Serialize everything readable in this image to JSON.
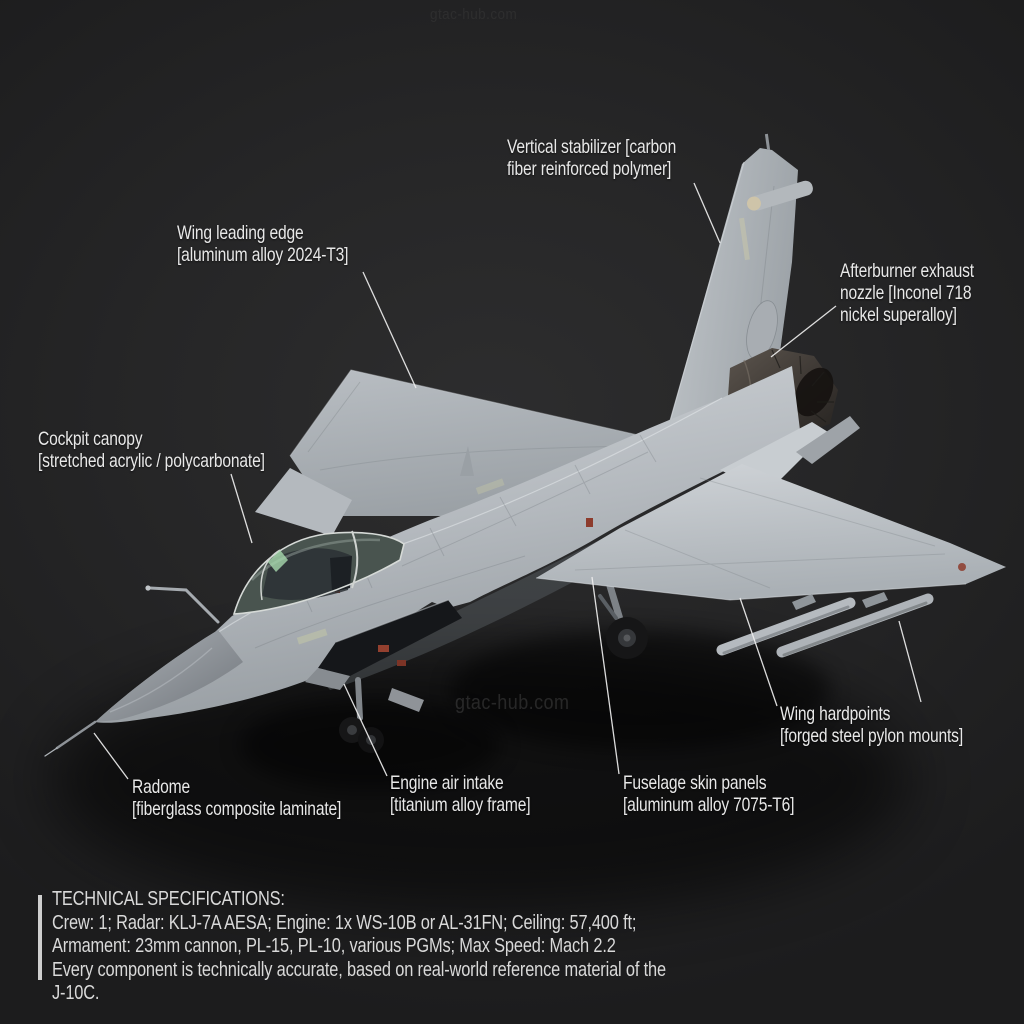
{
  "watermarks": {
    "top": "gtac-hub.com",
    "center": "gtac-hub.com"
  },
  "callouts": {
    "vertical_stabilizer": {
      "text": "Vertical stabilizer [carbon\nfiber reinforced polymer]"
    },
    "wing_leading_edge": {
      "text": "Wing leading edge\n[aluminum alloy 2024-T3]"
    },
    "afterburner_nozzle": {
      "text": "Afterburner exhaust\nnozzle [Inconel 718\nnickel superalloy]"
    },
    "cockpit_canopy": {
      "text": "Cockpit canopy\n[stretched acrylic / polycarbonate]"
    },
    "radome": {
      "text": "Radome\n[fiberglass composite laminate]"
    },
    "engine_air_intake": {
      "text": "Engine air intake\n[titanium alloy frame]"
    },
    "fuselage_skin": {
      "text": "Fuselage skin panels\n[aluminum alloy 7075-T6]"
    },
    "wing_hardpoints": {
      "text": "Wing hardpoints\n[forged steel pylon mounts]"
    }
  },
  "specs": {
    "title": "TECHNICAL SPECIFICATIONS:",
    "lines": [
      "Crew: 1; Radar: KLJ-7A AESA; Engine: 1x WS-10B or AL-31FN; Ceiling: 57,400 ft;",
      "Armament: 23mm cannon, PL-15, PL-10, various PGMs; Max Speed: Mach 2.2",
      "Every component is technically accurate, based on real-world reference material of the J-10C."
    ]
  },
  "colors": {
    "background": "#242425",
    "airframe_light": "#ccd1d5",
    "airframe_mid": "#b0b5ba",
    "airframe_dark": "#8d9297",
    "nozzle_dark": "#3a3531",
    "label_text": "#e8e8e8",
    "leader_line": "#eeeeee",
    "watermark": "#4a4a4a"
  }
}
